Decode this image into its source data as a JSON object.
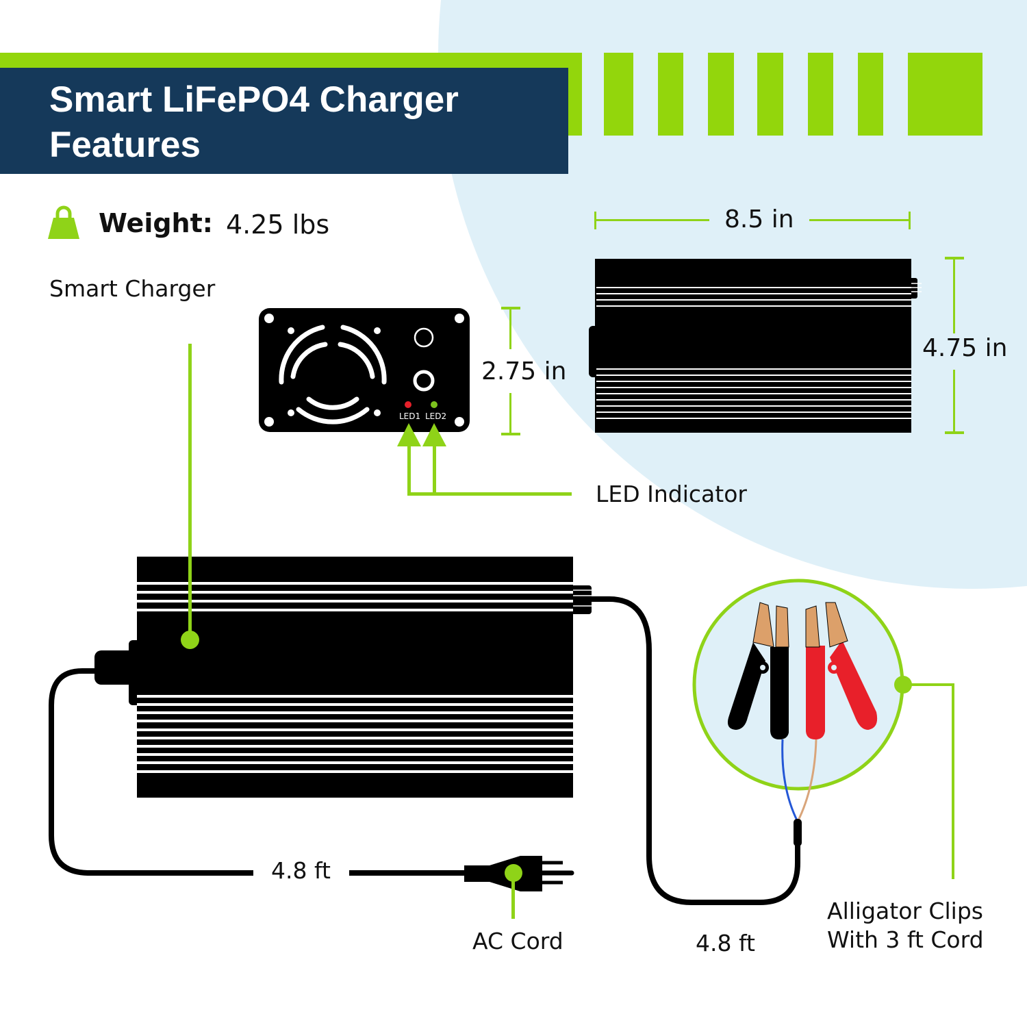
{
  "header": {
    "title_line1": "Smart LiFePO4 Charger",
    "title_line2": "Features"
  },
  "weight": {
    "icon": "weight-icon",
    "label": "Weight:",
    "value": "4.25 lbs"
  },
  "callouts": {
    "smart_charger": "Smart Charger",
    "led_indicator": "LED Indicator",
    "ac_cord": "AC Cord",
    "alligator_line1": "Alligator Clips",
    "alligator_line2": "With 3 ft Cord"
  },
  "dimensions": {
    "front_height": "2.75 in",
    "top_width": "8.5 in",
    "top_height": "4.75 in",
    "ac_cord_length": "4.8 ft",
    "dc_cord_length": "4.8 ft"
  },
  "front_panel": {
    "led1_label": "LED1",
    "led2_label": "LED2",
    "led1_color": "#e5202a",
    "led2_color": "#7cc21e"
  },
  "colors": {
    "accent_green": "#93d60c",
    "navy": "#15395a",
    "light_blue": "#dff0f8",
    "clip_red": "#e8202a",
    "clip_copper": "#dca06a",
    "wire_blue": "#2457d6",
    "wire_tan": "#d9a57a"
  }
}
